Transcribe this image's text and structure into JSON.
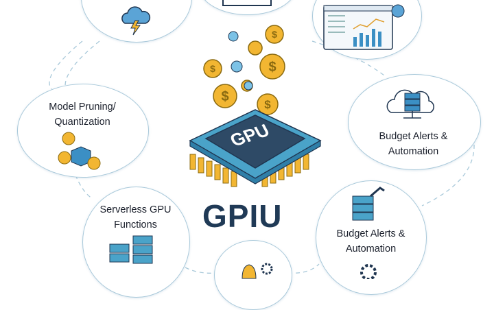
{
  "center": {
    "chip_label": "GPU",
    "title": "GPIU"
  },
  "nodes": [
    {
      "id": "model-pruning",
      "label_line1": "Model Pruning/",
      "label_line2": "Quantization"
    },
    {
      "id": "budget-alerts-right",
      "label_line1": "Budget Alerts &",
      "label_line2": "Automation"
    },
    {
      "id": "serverless",
      "label_line1": "Serverless GPU",
      "label_line2": "Functions"
    },
    {
      "id": "budget-alerts-bottom",
      "label_line1": "Budget Alerts &",
      "label_line2": "Automation"
    }
  ],
  "colors": {
    "coin": "#f2b632",
    "chip": "#2e4a66",
    "chip_base": "#4aa3c9",
    "accent": "#3b8fc4",
    "border": "#a9c9da"
  }
}
